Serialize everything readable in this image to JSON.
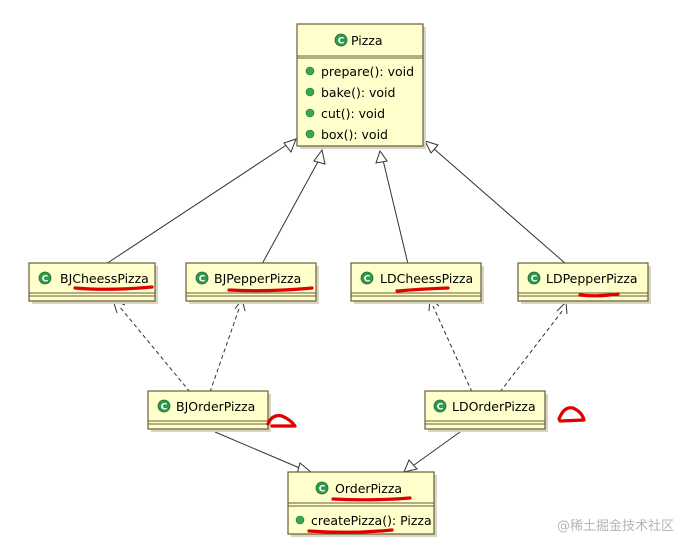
{
  "diagram": {
    "classes": {
      "pizza": {
        "name": "Pizza",
        "operations": [
          "prepare(): void",
          "bake(): void",
          "cut(): void",
          "box(): void"
        ]
      },
      "bj_cheess": {
        "name": "BJCheessPizza"
      },
      "bj_pepper": {
        "name": "BJPepperPizza"
      },
      "ld_cheess": {
        "name": "LDCheessPizza"
      },
      "ld_pepper": {
        "name": "LDPepperPizza"
      },
      "bj_order": {
        "name": "BJOrderPizza"
      },
      "ld_order": {
        "name": "LDOrderPizza"
      },
      "order": {
        "name": "OrderPizza",
        "operations": [
          "createPizza(): Pizza"
        ]
      }
    },
    "class_icon_letter": "C",
    "colors": {
      "class_fill": "#ffffcc",
      "class_border": "#6b5a3a",
      "icon_green": "#2f9a4a",
      "annotation_red": "#e10000"
    }
  },
  "watermark": "@稀土掘金技术社区"
}
